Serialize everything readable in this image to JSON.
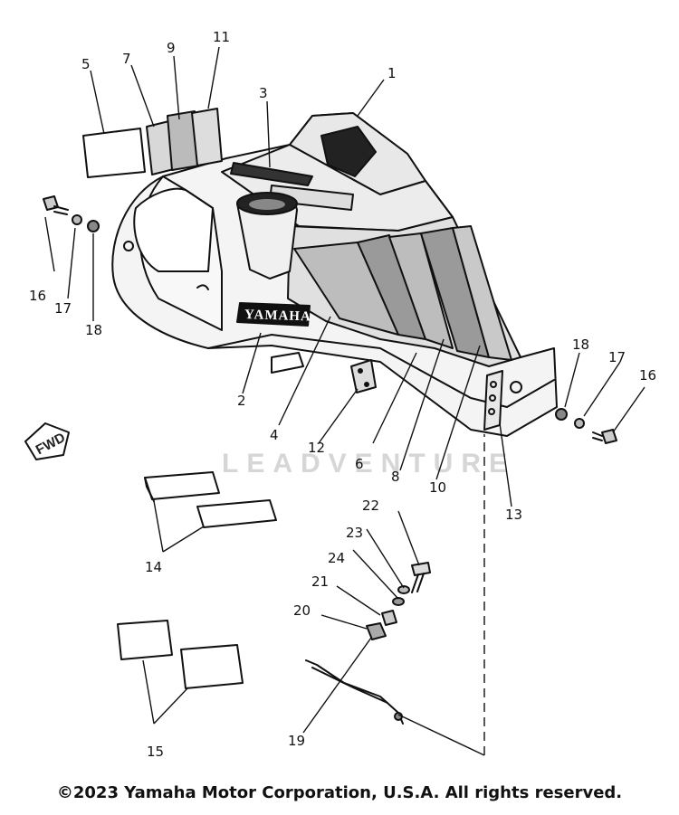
{
  "diagram": {
    "parts": [
      {
        "id": "1",
        "label": "1"
      },
      {
        "id": "2",
        "label": "2"
      },
      {
        "id": "3",
        "label": "3"
      },
      {
        "id": "4",
        "label": "4"
      },
      {
        "id": "5",
        "label": "5"
      },
      {
        "id": "6",
        "label": "6"
      },
      {
        "id": "7",
        "label": "7"
      },
      {
        "id": "8",
        "label": "8"
      },
      {
        "id": "9",
        "label": "9"
      },
      {
        "id": "10",
        "label": "10"
      },
      {
        "id": "11",
        "label": "11"
      },
      {
        "id": "12",
        "label": "12"
      },
      {
        "id": "13",
        "label": "13"
      },
      {
        "id": "14",
        "label": "14"
      },
      {
        "id": "15",
        "label": "15"
      },
      {
        "id": "16a",
        "label": "16"
      },
      {
        "id": "16b",
        "label": "16"
      },
      {
        "id": "17a",
        "label": "17"
      },
      {
        "id": "17b",
        "label": "17"
      },
      {
        "id": "18a",
        "label": "18"
      },
      {
        "id": "18b",
        "label": "18"
      },
      {
        "id": "19",
        "label": "19"
      },
      {
        "id": "20",
        "label": "20"
      },
      {
        "id": "21",
        "label": "21"
      },
      {
        "id": "22",
        "label": "22"
      },
      {
        "id": "23",
        "label": "23"
      },
      {
        "id": "24",
        "label": "24"
      }
    ],
    "brand_label": "YAMAHA",
    "fwd_label": "FWD",
    "watermark": "LEADVENTURE",
    "line_color": "#111111"
  },
  "footer": {
    "copyright": "©2023 Yamaha Motor Corporation, U.S.A. All rights reserved."
  }
}
